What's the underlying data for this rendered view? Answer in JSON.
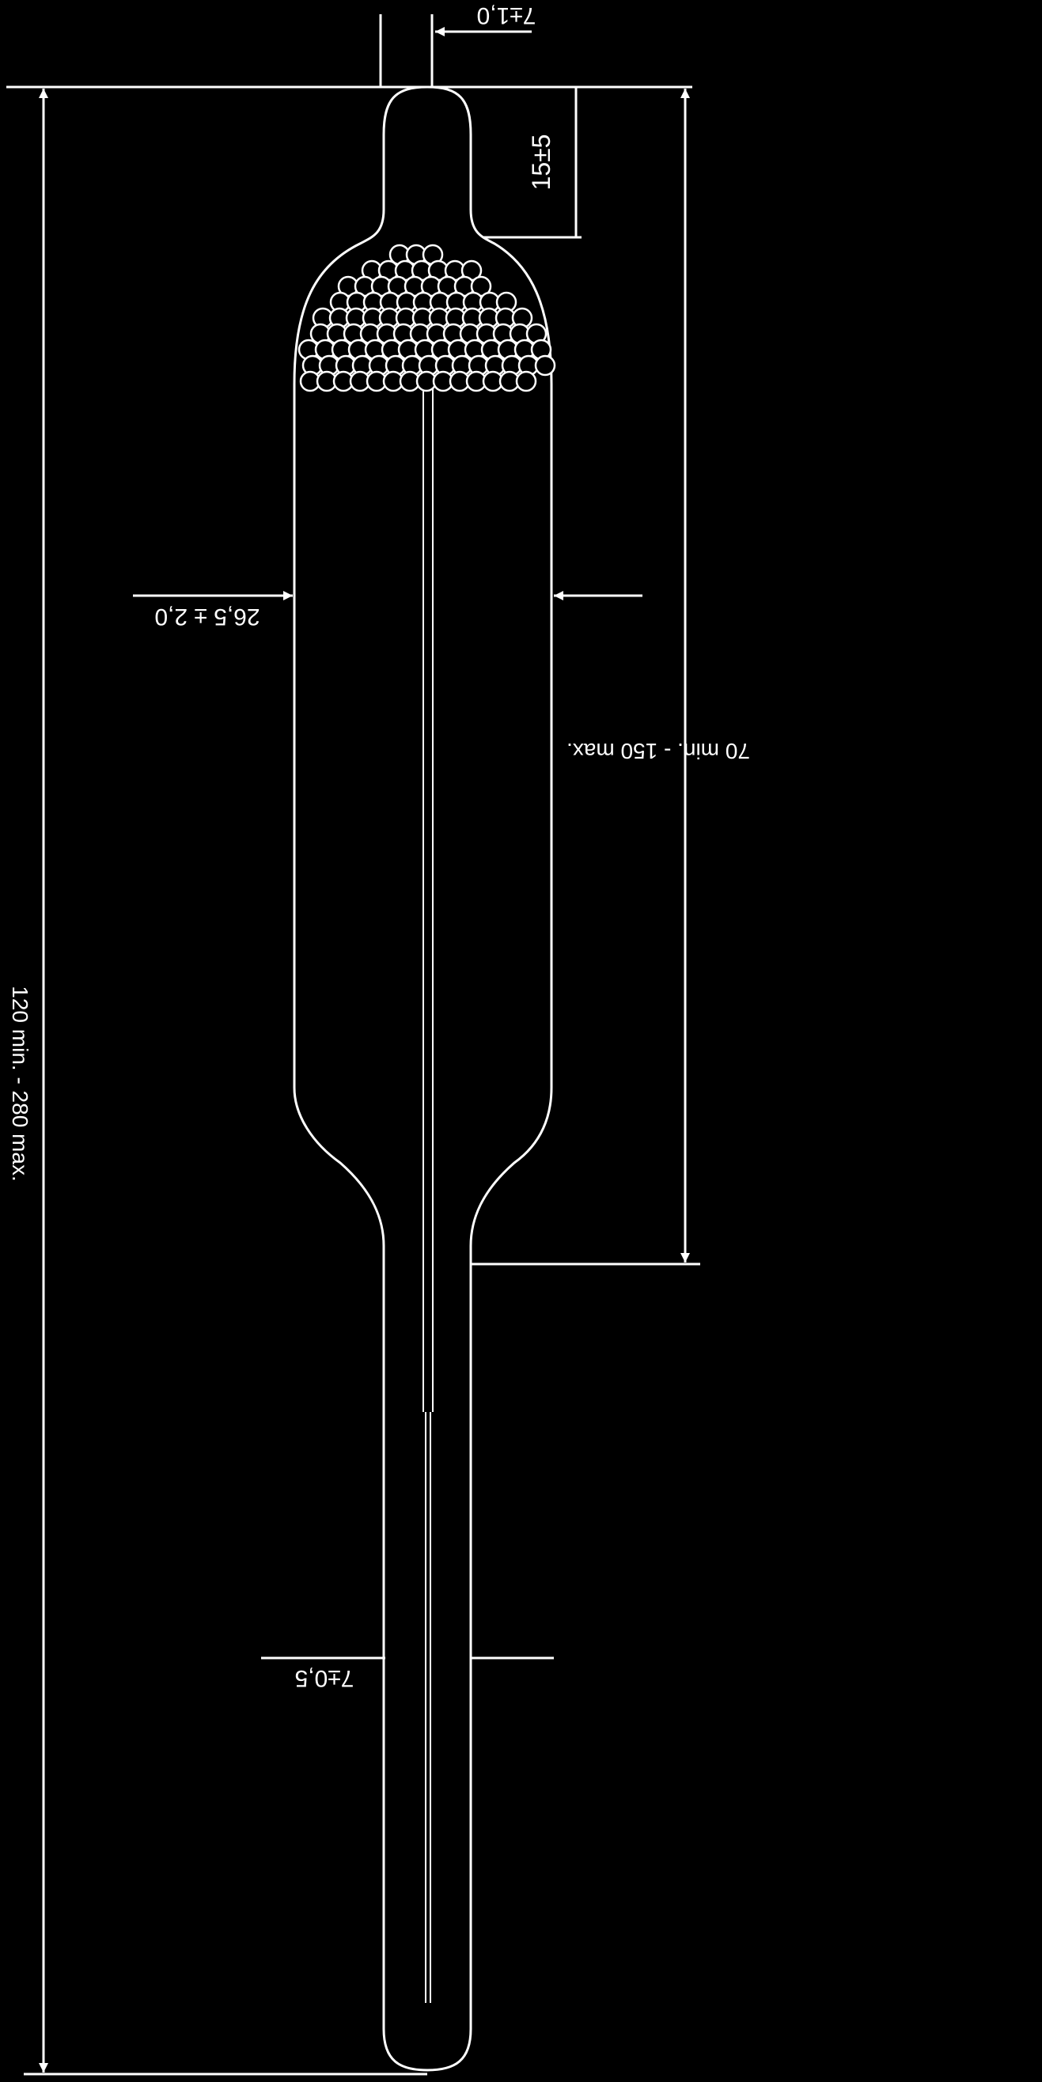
{
  "diagram": {
    "colors": {
      "background": "#000000",
      "ink": "#ffffff"
    },
    "labels": {
      "overall_length": "120 min. - 280 max.",
      "bulb_length": "70 min. - 150 max.",
      "bulb_diameter": "26,5 ± 2,0",
      "stem_diameter": "7±0,5",
      "tip_offset": "7±1,0",
      "neck_length": "15±5"
    }
  }
}
